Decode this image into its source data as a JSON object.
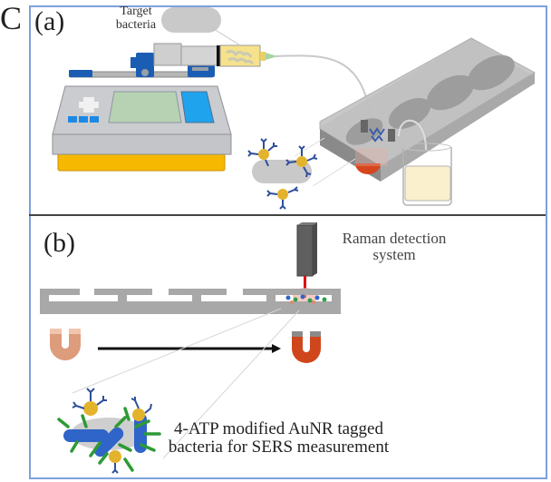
{
  "figure": {
    "letter": "C",
    "panels": [
      {
        "id": "a",
        "label": "(a)",
        "annotations": {
          "target_bacteria": "Target bacteria"
        },
        "components": [
          "syringe-pump",
          "syringe",
          "tubing",
          "microfluidic-chip",
          "magnet",
          "collection-beaker",
          "antibody-tagged-bacterium"
        ]
      },
      {
        "id": "b",
        "label": "(b)",
        "annotations": {
          "raman": "Raman detection system",
          "aunr": "4-ATP modified AuNR tagged bacteria for SERS measurement"
        },
        "components": [
          "raman-probe",
          "laser-beam",
          "channel-cross-section",
          "magnet-start",
          "magnet-end",
          "movement-arrow",
          "tagged-bacteria-cluster"
        ]
      }
    ]
  },
  "colors": {
    "frame": "#7f9fdc",
    "pump_body": "#c8c9cb",
    "pump_base": "#f6b800",
    "screen": "#b8d3b3",
    "button_blue": "#1e88e5",
    "clamp_blue": "#1c5db4",
    "syringe_fluid": "#f6e28c",
    "chip": "#a7a7a7",
    "magnet_light": "#dd9c7c",
    "magnet_dark": "#d0461c",
    "laser": "#e01010",
    "gold": "#e4b32c",
    "antibody": "#2f4e9c",
    "rod": "#2f64c8",
    "ligand": "#2e9a36",
    "beaker_fluid": "#fbf0cd"
  }
}
